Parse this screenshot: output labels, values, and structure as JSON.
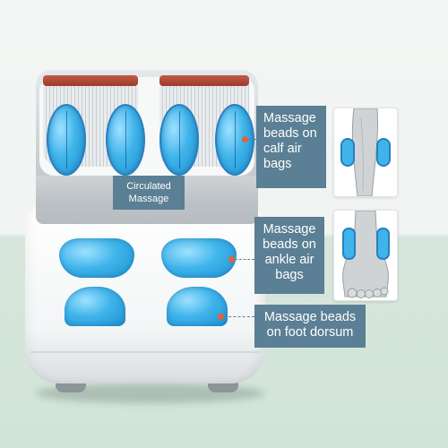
{
  "labels": {
    "circulated": "Circulated\nMassage",
    "calf": "Massage\n beads on\ncalf air\nbags",
    "ankle": "Massage\nbeads on\nankle air\nbags",
    "foot": "Massage beads\non foot dorsum"
  },
  "icons": [
    "calf-illustration-icon",
    "foot-ankle-illustration-icon"
  ],
  "colors": {
    "callout_bg": "#5b7f94",
    "bead_blue": "#3fb4ea",
    "rim_red": "#b04a3a",
    "floor_green": "#d2e4d8",
    "dot_orange": "#e6603a"
  }
}
